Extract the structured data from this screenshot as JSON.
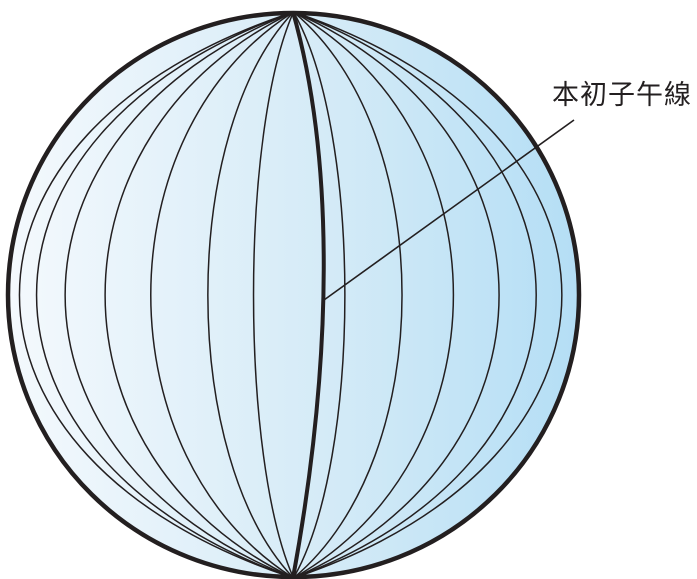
{
  "diagram": {
    "label": "本初子午線",
    "meridian_offsets": [
      -0.96,
      -0.9,
      -0.8,
      -0.66,
      -0.5,
      -0.3,
      -0.14,
      0.18,
      0.38,
      0.56,
      0.72,
      0.85,
      0.94
    ],
    "colors": {
      "outline": "#231f20",
      "fill_light": "#f4f9fd",
      "fill_mid": "#d5ebf7",
      "fill_dark": "#b4def5"
    }
  }
}
